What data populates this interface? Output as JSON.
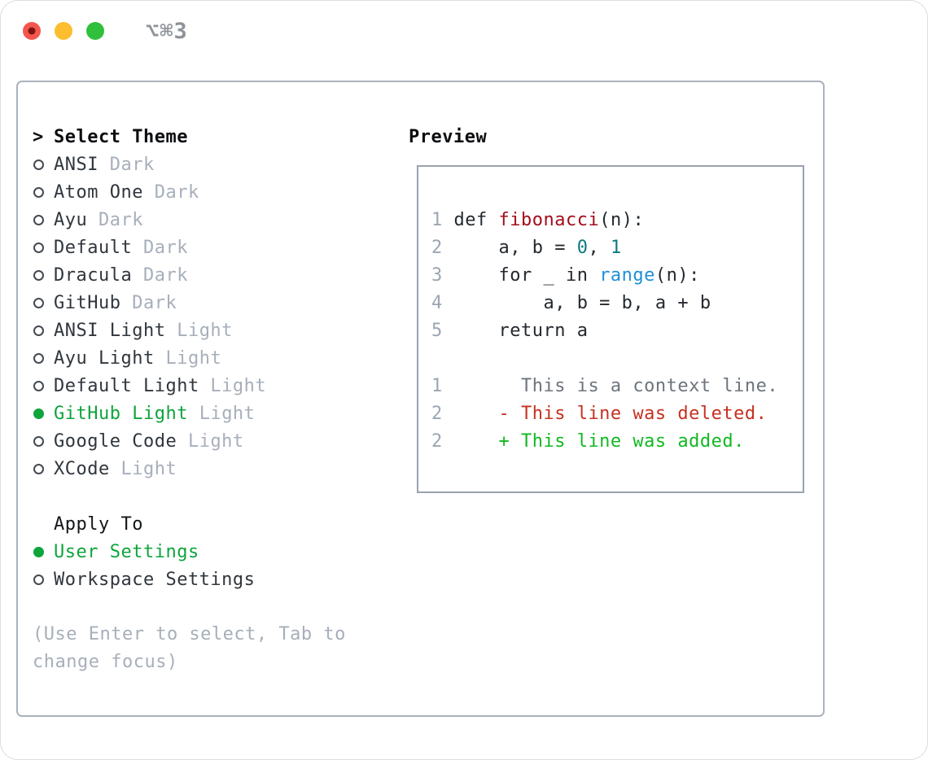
{
  "window": {
    "title": "⌥⌘3",
    "traffic_lights": [
      "close",
      "minimize",
      "zoom"
    ]
  },
  "theme_select": {
    "prompt": ">",
    "title": "Select Theme",
    "items": [
      {
        "name": "ANSI",
        "variant": "Dark",
        "selected": false
      },
      {
        "name": "Atom One",
        "variant": "Dark",
        "selected": false
      },
      {
        "name": "Ayu",
        "variant": "Dark",
        "selected": false
      },
      {
        "name": "Default",
        "variant": "Dark",
        "selected": false
      },
      {
        "name": "Dracula",
        "variant": "Dark",
        "selected": false
      },
      {
        "name": "GitHub",
        "variant": "Dark",
        "selected": false
      },
      {
        "name": "ANSI Light",
        "variant": "Light",
        "selected": false
      },
      {
        "name": "Ayu Light",
        "variant": "Light",
        "selected": false
      },
      {
        "name": "Default Light",
        "variant": "Light",
        "selected": false
      },
      {
        "name": "GitHub Light",
        "variant": "Light",
        "selected": true
      },
      {
        "name": "Google Code",
        "variant": "Light",
        "selected": false
      },
      {
        "name": "XCode",
        "variant": "Light",
        "selected": false
      }
    ]
  },
  "apply_to": {
    "title": "Apply To",
    "options": [
      {
        "label": "User Settings",
        "selected": true
      },
      {
        "label": "Workspace Settings",
        "selected": false
      }
    ]
  },
  "hint": "(Use Enter to select, Tab to change focus)",
  "preview": {
    "title": "Preview",
    "lines": [
      [
        {
          "c": "ln",
          "t": "1 "
        },
        {
          "c": "t",
          "t": "def "
        },
        {
          "c": "fn",
          "t": "fibonacci"
        },
        {
          "c": "t",
          "t": "(n):"
        }
      ],
      [
        {
          "c": "ln",
          "t": "2 "
        },
        {
          "c": "t",
          "t": "    a, b = "
        },
        {
          "c": "num",
          "t": "0"
        },
        {
          "c": "t",
          "t": ", "
        },
        {
          "c": "num",
          "t": "1"
        }
      ],
      [
        {
          "c": "ln",
          "t": "3 "
        },
        {
          "c": "t",
          "t": "    for _ in "
        },
        {
          "c": "bi",
          "t": "range"
        },
        {
          "c": "t",
          "t": "(n):"
        }
      ],
      [
        {
          "c": "ln",
          "t": "4 "
        },
        {
          "c": "t",
          "t": "        a, b = b, a + b"
        }
      ],
      [
        {
          "c": "ln",
          "t": "5 "
        },
        {
          "c": "t",
          "t": "    return a"
        }
      ],
      [],
      [
        {
          "c": "ln",
          "t": "1 "
        },
        {
          "c": "ctx",
          "t": "      This is a context line."
        }
      ],
      [
        {
          "c": "ln",
          "t": "2 "
        },
        {
          "c": "del",
          "t": "    - This line was deleted."
        }
      ],
      [
        {
          "c": "ln",
          "t": "2 "
        },
        {
          "c": "add",
          "t": "    + This line was added."
        }
      ]
    ]
  },
  "colors": {
    "selection_green": "#0da53c",
    "added_green": "#12b822",
    "deleted_red": "#c53122",
    "function_red": "#a30d1c",
    "number_teal": "#0e7a80",
    "builtin_blue": "#1f8fd6",
    "code_text": "#24292f",
    "line_number_gray": "#9ba6b2",
    "context_gray": "#6d747c",
    "muted_gray": "#a7afbb",
    "panel_border": "#aab2bc",
    "traffic_red": "#f4564e",
    "traffic_yellow": "#fcbd2e",
    "traffic_green": "#31c03c"
  }
}
